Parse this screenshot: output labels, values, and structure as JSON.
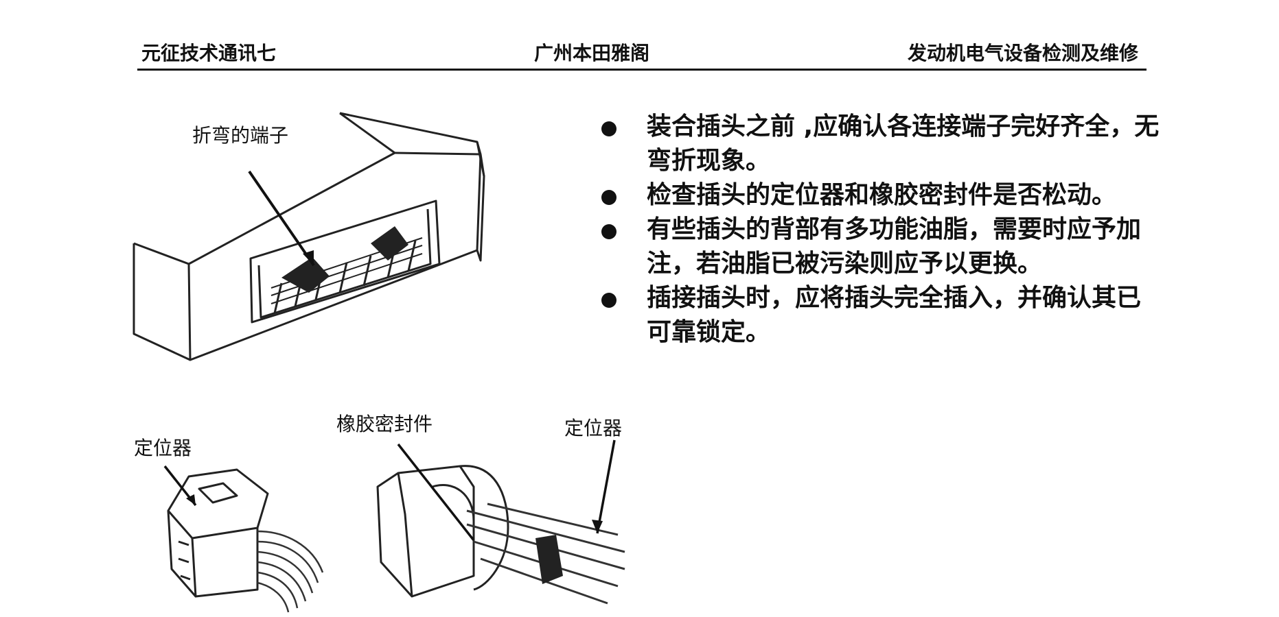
{
  "header": {
    "left": "元征技术通讯七",
    "center": "广州本田雅阁",
    "right": "发动机电气设备检测及维修"
  },
  "bullets": [
    {
      "text": "装合插头之前 ,应确认各连接端子完好齐全，无弯折现象。"
    },
    {
      "text": "检查插头的定位器和橡胶密封件是否松动。"
    },
    {
      "text": "有些插头的背部有多功能油脂，需要时应予加注，若油脂已被污染则应予以更换。"
    },
    {
      "text": "插接插头时，应将插头完全插入，并确认其已可靠锁定。"
    }
  ],
  "figures": {
    "bent_terminal_label": "折弯的端子",
    "locator_label_left": "定位器",
    "rubber_seal_label": "橡胶密封件",
    "locator_label_right": "定位器"
  }
}
